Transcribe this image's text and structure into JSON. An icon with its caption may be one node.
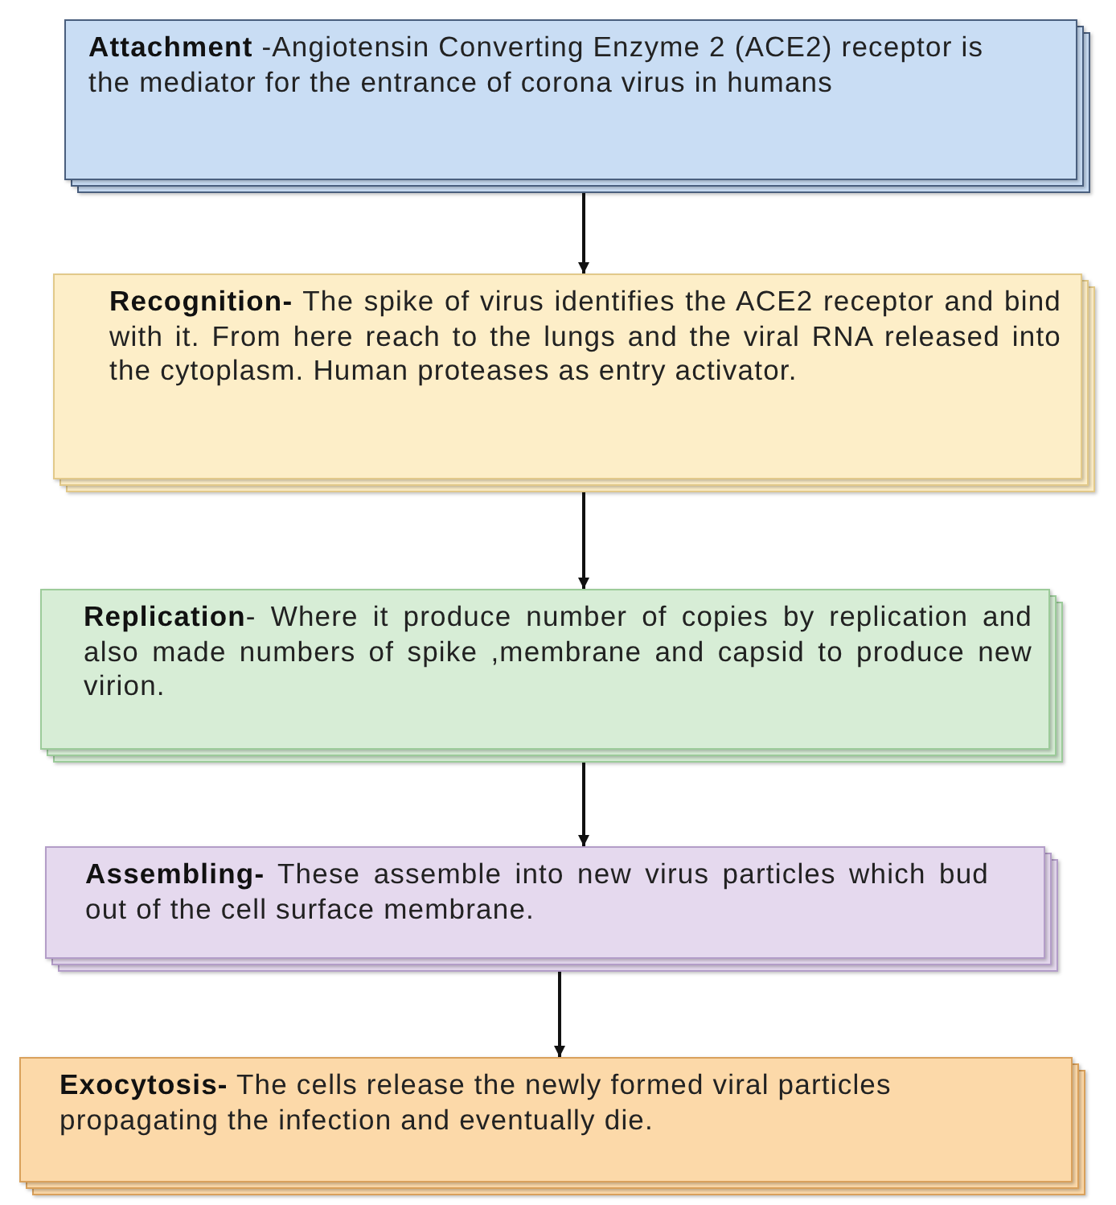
{
  "diagram": {
    "nodes": [
      {
        "text": [
          "**Attachment** -Angiotensin Converting Enzyme 2 (ACE2) receptor is the mediator for the entrance of corona virus in humans"
        ]
      },
      {
        "text": [
          "**Recognition-** The spike of virus identifies the ACE2 receptor and bind with it. From here reach to the lungs and the viral RNA released into the cytoplasm. Human proteases as entry activator."
        ]
      },
      {
        "text": [
          "**Replication**- Where it produce number of copies by replication and also made numbers of spike ,membrane and capsid to produce new virion."
        ]
      },
      {
        "text": [
          "**Assembling-** These assemble into new virus particles which bud out of the cell surface membrane."
        ]
      },
      {
        "text": [
          "**Exocytosis-** The cells release the newly formed viral particles propagating the infection and eventually die."
        ]
      }
    ],
    "edges": [
      {
        "from": 0,
        "to": 1,
        "arrow": "to"
      },
      {
        "from": 1,
        "to": 2,
        "arrow": "to"
      },
      {
        "from": 2,
        "to": 3,
        "arrow": "to"
      },
      {
        "from": 3,
        "to": 4,
        "arrow": "to"
      }
    ]
  }
}
